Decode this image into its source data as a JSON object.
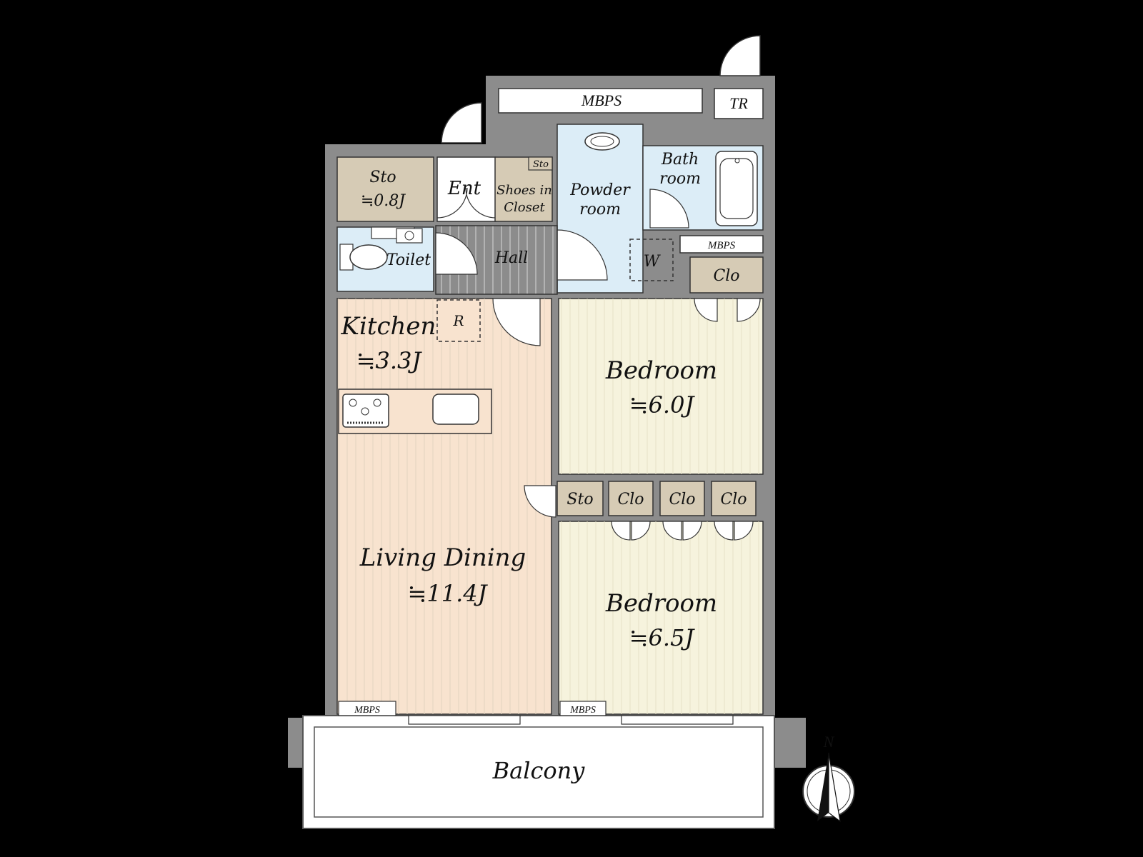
{
  "colors": {
    "background": "#000000",
    "wall": "#8c8c8c",
    "living": "#f8e3cf",
    "bedroom": "#f6f3dd",
    "wet": "#dcedf7",
    "storage": "#d6cbb5",
    "hall": "#f4f4f4",
    "balcony": "#ffffff"
  },
  "rooms": {
    "sto_small": {
      "name": "Sto",
      "area": "≒0.8J"
    },
    "entrance": {
      "name": "Ent"
    },
    "sto_tiny": {
      "name": "Sto"
    },
    "shoes": {
      "line1": "Shoes in",
      "line2": "Closet"
    },
    "powder": {
      "line1": "Powder",
      "line2": "room"
    },
    "bath": {
      "line1": "Bath",
      "line2": "room"
    },
    "toilet": {
      "name": "Toilet"
    },
    "hall": {
      "name": "Hall"
    },
    "washer": {
      "name": "W"
    },
    "closet_upper": {
      "name": "Clo"
    },
    "kitchen": {
      "name": "Kitchen",
      "area": "≒3.3J"
    },
    "fridge": {
      "name": "R"
    },
    "bedroom1": {
      "name": "Bedroom",
      "area": "≒6.0J"
    },
    "sto_mid": {
      "name": "Sto"
    },
    "closet1": {
      "name": "Clo"
    },
    "closet2": {
      "name": "Clo"
    },
    "closet3": {
      "name": "Clo"
    },
    "living": {
      "name": "Living Dining",
      "area": "≒11.4J"
    },
    "bedroom2": {
      "name": "Bedroom",
      "area": "≒6.5J"
    },
    "balcony": {
      "name": "Balcony"
    }
  },
  "fixtures": {
    "mbps_top": "MBPS",
    "tr": "TR",
    "mbps_mid": "MBPS",
    "mbps_bottom_left": "MBPS",
    "mbps_bottom_right": "MBPS"
  },
  "compass": {
    "north": "N"
  }
}
